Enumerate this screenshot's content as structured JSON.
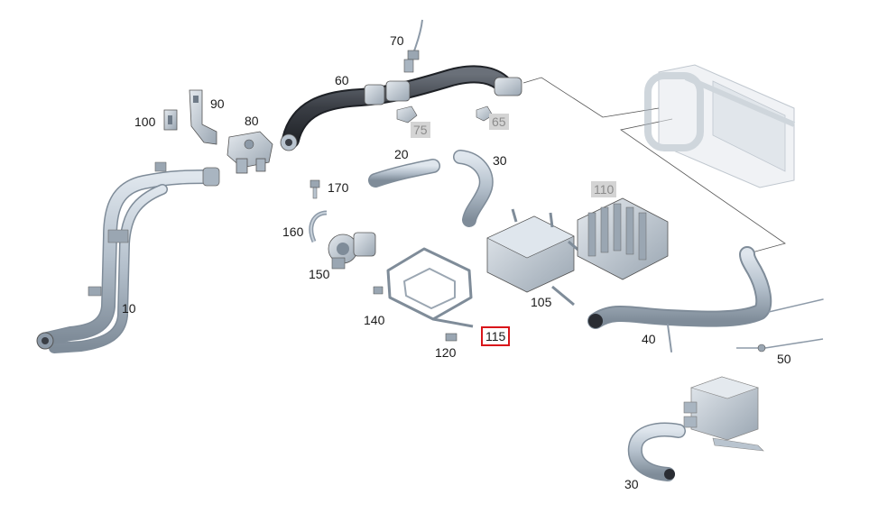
{
  "diagram": {
    "callouts": [
      {
        "id": "c70",
        "text": "70",
        "style": "normal"
      },
      {
        "id": "c60",
        "text": "60",
        "style": "normal"
      },
      {
        "id": "c90",
        "text": "90",
        "style": "normal"
      },
      {
        "id": "c100",
        "text": "100",
        "style": "normal"
      },
      {
        "id": "c80",
        "text": "80",
        "style": "normal"
      },
      {
        "id": "c75",
        "text": "75",
        "style": "unavailable"
      },
      {
        "id": "c65",
        "text": "65",
        "style": "unavailable"
      },
      {
        "id": "c20",
        "text": "20",
        "style": "normal"
      },
      {
        "id": "c30a",
        "text": "30",
        "style": "normal"
      },
      {
        "id": "c110",
        "text": "110",
        "style": "unavailable"
      },
      {
        "id": "c170",
        "text": "170",
        "style": "normal"
      },
      {
        "id": "c160",
        "text": "160",
        "style": "normal"
      },
      {
        "id": "c150",
        "text": "150",
        "style": "normal"
      },
      {
        "id": "c10",
        "text": "10",
        "style": "normal"
      },
      {
        "id": "c105",
        "text": "105",
        "style": "normal"
      },
      {
        "id": "c140",
        "text": "140",
        "style": "normal"
      },
      {
        "id": "c115",
        "text": "115",
        "style": "selected"
      },
      {
        "id": "c120",
        "text": "120",
        "style": "normal"
      },
      {
        "id": "c40",
        "text": "40",
        "style": "normal"
      },
      {
        "id": "c50",
        "text": "50",
        "style": "normal"
      },
      {
        "id": "c30b",
        "text": "30",
        "style": "normal"
      }
    ],
    "colors": {
      "part_fill": "#b9c4cf",
      "part_shade": "#8d9aa8",
      "hose_dark": "#3d4148",
      "leader_line": "#555555",
      "unavailable_bg": "#d4d4d4",
      "unavailable_text": "#8c8c8c",
      "selected_border": "#d9151a"
    }
  }
}
